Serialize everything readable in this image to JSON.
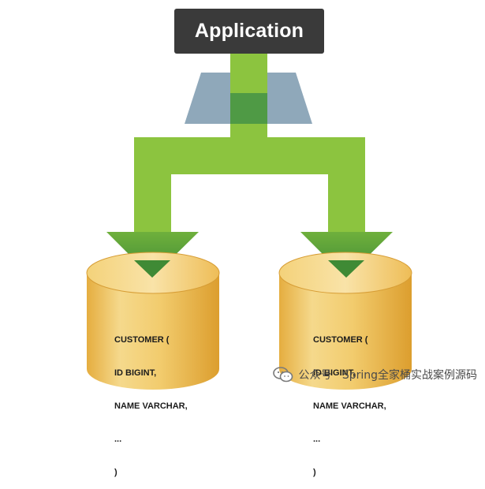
{
  "application": {
    "label": "Application"
  },
  "databases": [
    {
      "lines": [
        "CUSTOMER (",
        "ID BIGINT,",
        "NAME VARCHAR,",
        "...",
        ")"
      ]
    },
    {
      "lines": [
        "CUSTOMER (",
        "ID BIGINT,",
        "NAME VARCHAR,",
        "...",
        ")"
      ]
    }
  ],
  "watermark": {
    "text": "公众号 · Spring全家桶实战案例源码",
    "icon": "wechat-icon"
  },
  "colors": {
    "arrow": "#8cc43f",
    "arrow_dark": "#4f9a45",
    "trapezoid": "#8fa8ba",
    "cylinder_light": "#f6dc8e",
    "cylinder_dark": "#e2a83a",
    "app_box": "#3a3a3a"
  }
}
